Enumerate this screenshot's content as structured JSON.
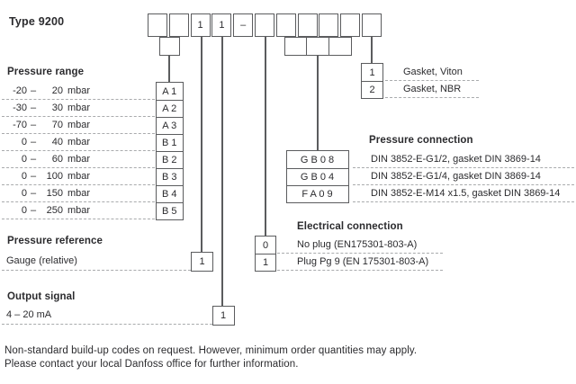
{
  "title": "Type 9200",
  "order_code": {
    "cells": [
      "",
      "",
      "1",
      "1",
      "–",
      "",
      "",
      "",
      "",
      "",
      ""
    ]
  },
  "sections": {
    "pressure_range": {
      "header": "Pressure range",
      "rows": [
        {
          "low": "-20",
          "dash": "–",
          "high": "20",
          "unit": "mbar",
          "code": "A 1"
        },
        {
          "low": "-30",
          "dash": "–",
          "high": "30",
          "unit": "mbar",
          "code": "A 2"
        },
        {
          "low": "-70",
          "dash": "–",
          "high": "70",
          "unit": "mbar",
          "code": "A 3"
        },
        {
          "low": "0",
          "dash": "–",
          "high": "40",
          "unit": "mbar",
          "code": "B 1"
        },
        {
          "low": "0",
          "dash": "–",
          "high": "60",
          "unit": "mbar",
          "code": "B 2"
        },
        {
          "low": "0",
          "dash": "–",
          "high": "100",
          "unit": "mbar",
          "code": "B 3"
        },
        {
          "low": "0",
          "dash": "–",
          "high": "150",
          "unit": "mbar",
          "code": "B 4"
        },
        {
          "low": "0",
          "dash": "–",
          "high": "250",
          "unit": "mbar",
          "code": "B 5"
        }
      ]
    },
    "gasket": {
      "rows": [
        {
          "code": "1",
          "label": "Gasket, Viton"
        },
        {
          "code": "2",
          "label": "Gasket, NBR"
        }
      ]
    },
    "pressure_connection": {
      "header": "Pressure connection",
      "rows": [
        {
          "code": "G B 0 8",
          "label": "DIN 3852-E-G1/2, gasket DIN 3869-14"
        },
        {
          "code": "G B 0 4",
          "label": "DIN 3852-E-G1/4, gasket DIN 3869-14"
        },
        {
          "code": "F A 0 9",
          "label": "DIN 3852-E-M14 x1.5, gasket DIN 3869-14"
        }
      ]
    },
    "electrical_connection": {
      "header": "Electrical connection",
      "rows": [
        {
          "code": "0",
          "label": "No plug (EN175301-803-A)"
        },
        {
          "code": "1",
          "label": "Plug Pg 9 (EN 175301-803-A)"
        }
      ]
    },
    "pressure_reference": {
      "header": "Pressure reference",
      "rows": [
        {
          "label": "Gauge (relative)",
          "code": "1"
        }
      ]
    },
    "output_signal": {
      "header": "Output signal",
      "rows": [
        {
          "label": "4 – 20 mA",
          "code": "1"
        }
      ]
    }
  },
  "footer": {
    "line1": "Non-standard build-up codes on request. However, minimum order quantities may apply.",
    "line2": "Please contact your local Danfoss office for further information."
  },
  "colors": {
    "background": "#ffffff",
    "text": "#2b2b2e",
    "box_border": "#5b5c5e",
    "dashed_line": "#a9abad"
  }
}
